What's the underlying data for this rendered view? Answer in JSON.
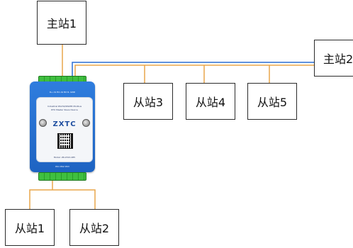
{
  "labels": {
    "master1": "主站1",
    "master2": "主站2",
    "slave1": "从站1",
    "slave2": "从站2",
    "slave3": "从站3",
    "slave4": "从站4",
    "slave5": "从站5"
  },
  "device": {
    "brand": "ZXTC",
    "title_line1": "Industrial RS232/RS485 Modbus",
    "title_line2": "RTU Master Slave Device",
    "model": "Model: ZK-232X-485",
    "top_terminal_text": "R+ A1 B1 A2 B2 R- GND",
    "bottom_terminal_text": "RS1 RS2 RS3"
  },
  "colors": {
    "orange_wire": "#e8a64a",
    "blue_wire": "#2a6fd6",
    "device_blue": "#1e63c2",
    "terminal_green": "#3fbf3f"
  }
}
